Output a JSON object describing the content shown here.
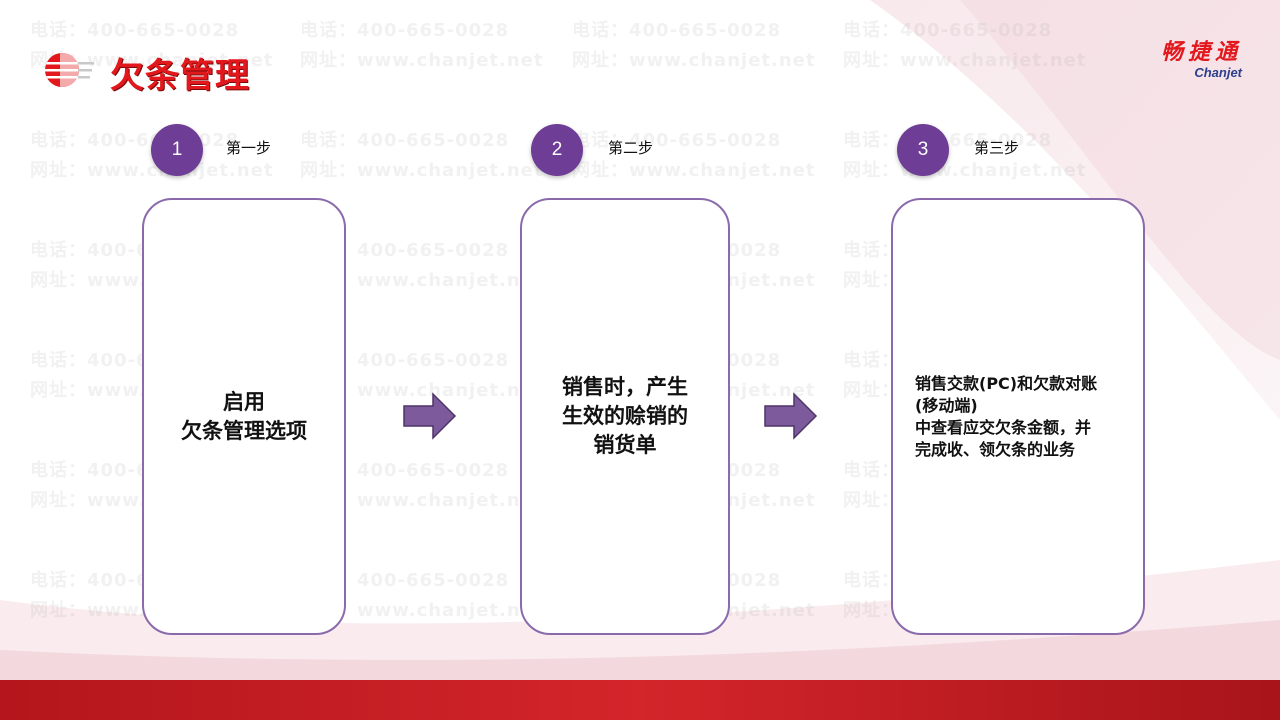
{
  "header": {
    "title": "欠条管理",
    "brand_cn": "畅捷通",
    "brand_en": "Chanjet"
  },
  "watermark": {
    "phone": "电话：400-665-0028",
    "site": "网址：www.chanjet.net"
  },
  "steps": [
    {
      "number": "1",
      "label": "第一步",
      "text": "启用\n欠条管理选项"
    },
    {
      "number": "2",
      "label": "第二步",
      "text": "销售时，产生\n生效的赊销的\n销货单"
    },
    {
      "number": "3",
      "label": "第三步",
      "text": "销售交款(PC)和欠款对账\n(移动端)\n中查看应交欠条金额，并\n完成收、领欠条的业务"
    }
  ],
  "colors": {
    "accent_red": "#e2181c",
    "step_purple": "#6e3d96",
    "card_border": "#8a6aab",
    "arrow_fill": "#7d5a9c",
    "brand_blue": "#2c3f8c"
  },
  "icons": {
    "logo": "striped-globe-icon",
    "arrow": "right-arrow-icon"
  }
}
